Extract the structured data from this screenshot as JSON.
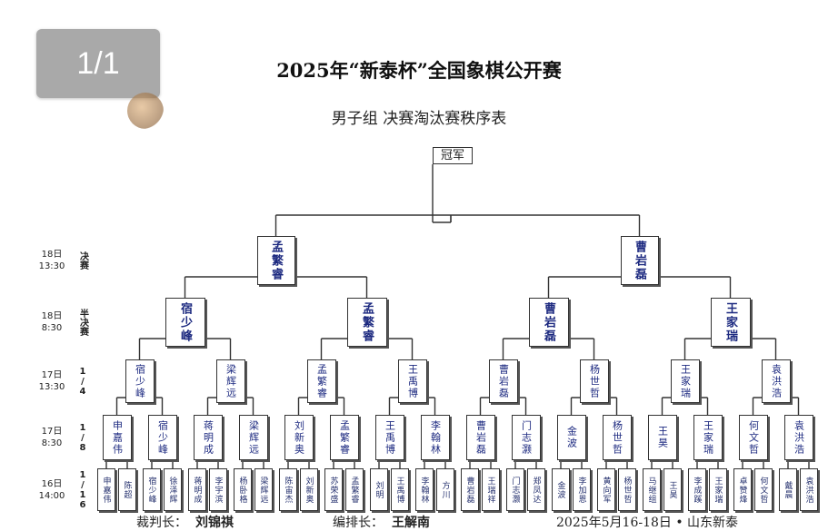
{
  "page_counter": "1/1",
  "title": "2025年“新泰杯”全国象棋公开赛",
  "subtitle": "男子组 决赛淘汰赛秩序表",
  "champion_label": "冠军",
  "rounds": [
    {
      "time": "18日\n13:30",
      "name": "决赛"
    },
    {
      "time": "18日\n8:30",
      "name": "半决赛"
    },
    {
      "time": "17日\n13:30",
      "name": "1/4"
    },
    {
      "time": "17日\n8:30",
      "name": "1/8"
    },
    {
      "time": "16日\n14:00",
      "name": "1/16"
    }
  ],
  "bracket": {
    "final": [
      "孟繁睿",
      "曹岩磊"
    ],
    "semi": [
      "宿少峰",
      "孟繁睿",
      "曹岩磊",
      "王家瑞"
    ],
    "quarter": [
      "宿少峰",
      "梁辉远",
      "孟繁睿",
      "王禹博",
      "曹岩磊",
      "杨世哲",
      "王家瑞",
      "袁洪浩"
    ],
    "eighth": [
      "申嘉伟",
      "宿少峰",
      "蒋明成",
      "梁辉远",
      "刘新奥",
      "孟繁睿",
      "王禹博",
      "李翰林",
      "曹岩磊",
      "门志灏",
      "金波",
      "杨世哲",
      "王昊",
      "王家瑞",
      "何文哲",
      "袁洪浩"
    ],
    "sixteenth": [
      "申嘉伟",
      "陈超",
      "宿少峰",
      "徐泽辉",
      "蒋明成",
      "李宇滨",
      "杨卧格",
      "梁辉远",
      "陈宙杰",
      "刘新奥",
      "苏荣盛",
      "孟繁睿",
      "刘明",
      "王禹博",
      "李翰林",
      "方川",
      "曹岩磊",
      "王瑞祥",
      "门志灏",
      "郑凤达",
      "金波",
      "李加恩",
      "黄向军",
      "杨世哲",
      "马继组",
      "王昊",
      "李成蹊",
      "王家瑞",
      "卓赞烽",
      "何文哲",
      "戴晨",
      "袁洪浩"
    ]
  },
  "footer": {
    "referee_label": "裁判长：",
    "referee": "刘锦祺",
    "arranger_label": "编排长：",
    "arranger": "王解南",
    "date_place": "2025年5月16-18日 • 山东新泰"
  }
}
